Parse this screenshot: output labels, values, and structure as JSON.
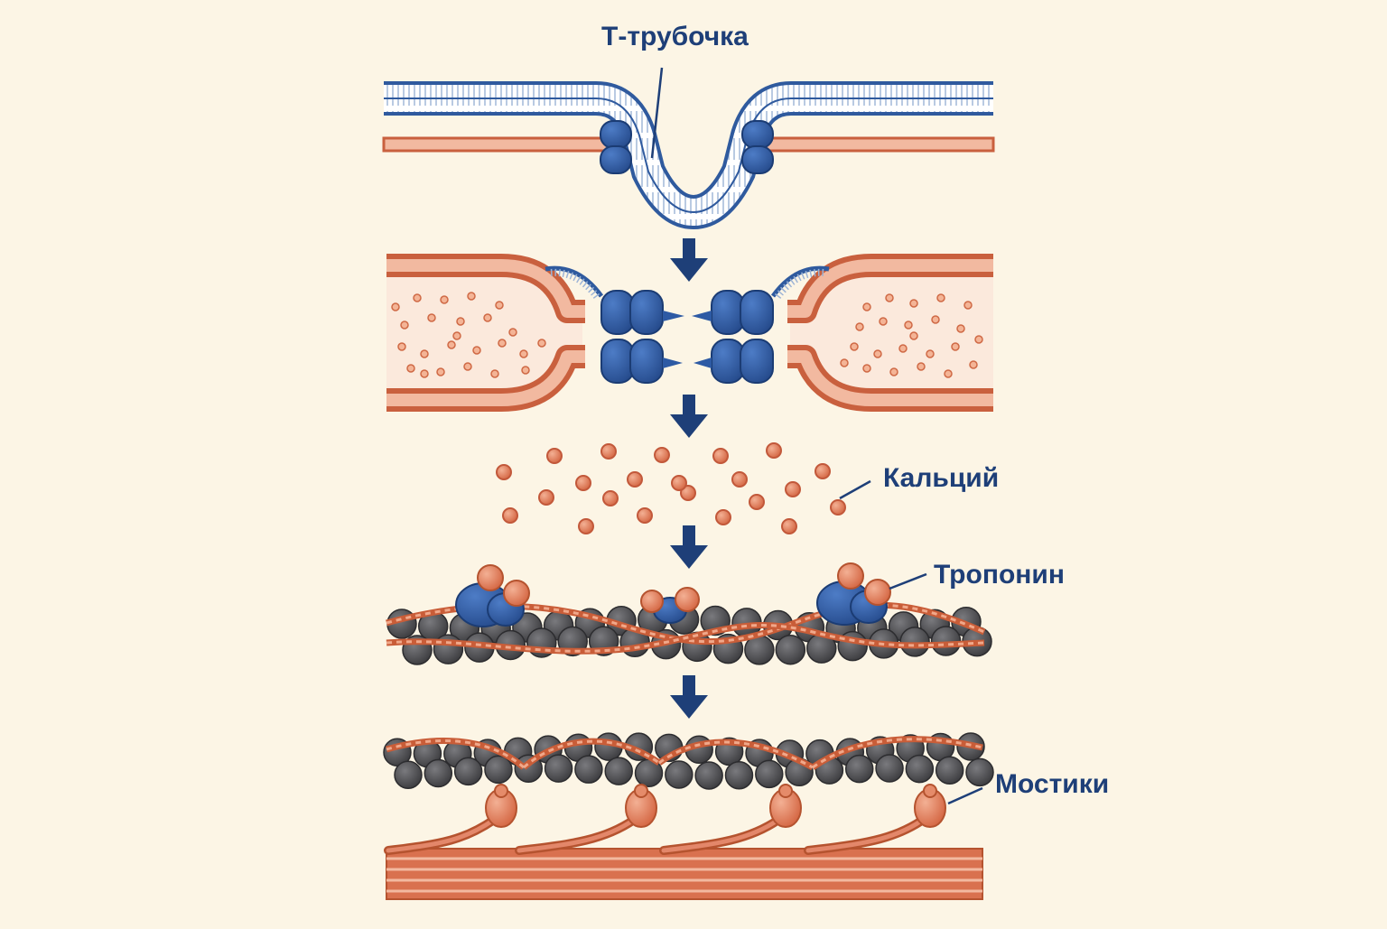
{
  "labels": {
    "t_tubule": "Т-трубочка",
    "calcium": "Кальций",
    "troponin": "Тропонин",
    "bridges": "Мостики"
  },
  "colors": {
    "background": "#fcf5e5",
    "navy": "#1e3f78",
    "membrane_blue": "#2f5a9e",
    "protein_blue": "#2d5aa4",
    "orange": "#d9714f",
    "orange_light": "#f2b9a0",
    "sr_fill": "#fbe9dc",
    "actin": "#4a4a4d"
  }
}
